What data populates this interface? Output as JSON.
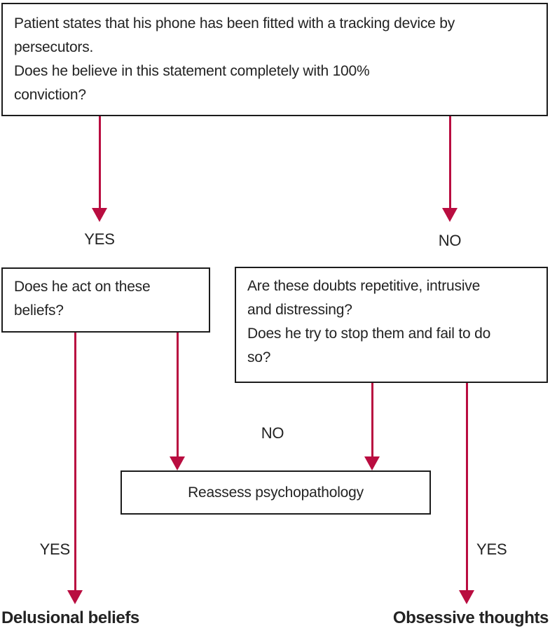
{
  "palette": {
    "arrow": "#b90d40",
    "border": "#1c1c1c",
    "ink": "#232323",
    "bg": "#ffffff"
  },
  "nodes": {
    "root_question": {
      "lines": [
        "Patient states that his phone has been fitted with a tracking device by",
        "persecutors.",
        "Does he believe in this statement completely with 100%",
        "conviction?"
      ]
    },
    "act_question": {
      "lines": [
        "Does he act on these",
        "beliefs?"
      ]
    },
    "doubts_question": {
      "lines": [
        "Are these doubts repetitive, intrusive",
        "and distressing?",
        "Does he try to stop them and fail to do",
        "so?"
      ]
    },
    "reassess": {
      "label": "Reassess psychopathology"
    }
  },
  "labels": {
    "root_yes": "YES",
    "root_no": "NO",
    "middle_no": "NO",
    "bottom_left_yes": "YES",
    "bottom_right_yes": "YES"
  },
  "outcomes": {
    "left": "Delusional beliefs",
    "right": "Obsessive thoughts"
  }
}
